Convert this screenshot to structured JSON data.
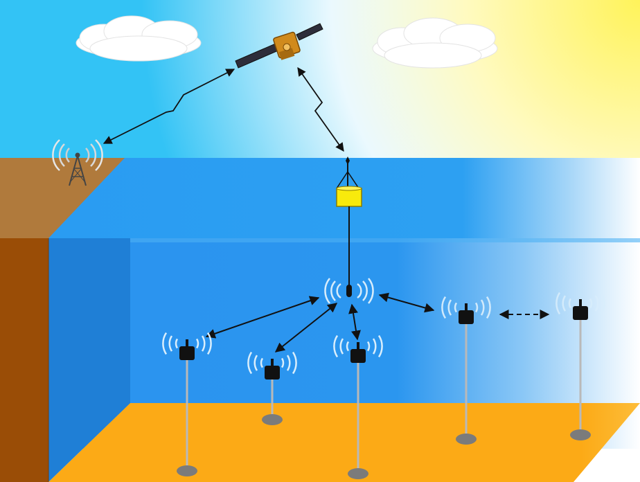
{
  "scene": {
    "colors": {
      "sky": "#33c3f5",
      "sun": "#fff67a",
      "sea_surface": "#2a9cf2",
      "sea_wall": "#2b93ef",
      "cliff_top": "#b07a3c",
      "cliff_face": "#9a4d06",
      "cliff_water": "#1f7fd6",
      "seabed": "#fcaa16",
      "buoy": "#f8ea0c",
      "node": "#111111",
      "anchor": "#7b7b7b",
      "link": "#111111"
    },
    "icons": {
      "satellite": "satellite-icon",
      "cell_tower": "cell-tower-icon",
      "surface_buoy": "surface-buoy-icon",
      "sensor_node": "underwater-sensor-node-icon",
      "acoustic_signal": "acoustic-wave-icon",
      "cloud": "cloud-icon"
    },
    "elements": {
      "clouds": 2,
      "surface_buoys": 1,
      "relay_nodes": 1,
      "seabed_sensor_nodes": 5,
      "direct_acoustic_links": 5,
      "multi_hop_links": 1,
      "radio_links": 2
    }
  }
}
